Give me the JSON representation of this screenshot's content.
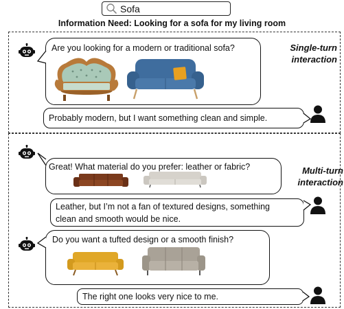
{
  "search": {
    "query": "Sofa"
  },
  "header": {
    "title": "Information Need: Looking for a sofa for my living room"
  },
  "regions": {
    "single": {
      "label_line1": "Single-turn",
      "label_line2": "interaction"
    },
    "multi": {
      "label_line1": "Multi-turn",
      "label_line2": "interaction"
    }
  },
  "dialog": {
    "q1": "Are you looking for a modern or traditional sofa?",
    "a1": "Probably modern, but I want something clean and simple.",
    "q2": "Great! What material do you prefer: leather or fabric?",
    "a2_line1": "Leather, but I’m not a fan of textured designs, something",
    "a2_line2": "clean and smooth would be nice.",
    "q3": "Do you want a tufted design or a smooth finish?",
    "a3": "The right one looks very nice to me."
  },
  "icons": {
    "assistant": "robot-icon",
    "user": "user-icon",
    "search": "magnifier-icon"
  },
  "colors": {
    "blue_sofa": "#3f6d9e",
    "pillow": "#e8a020",
    "brown_leather": "#7a3a1c",
    "fabric_gray": "#d6d2cb",
    "mustard": "#e0a727",
    "gray_leather": "#a9a297"
  }
}
